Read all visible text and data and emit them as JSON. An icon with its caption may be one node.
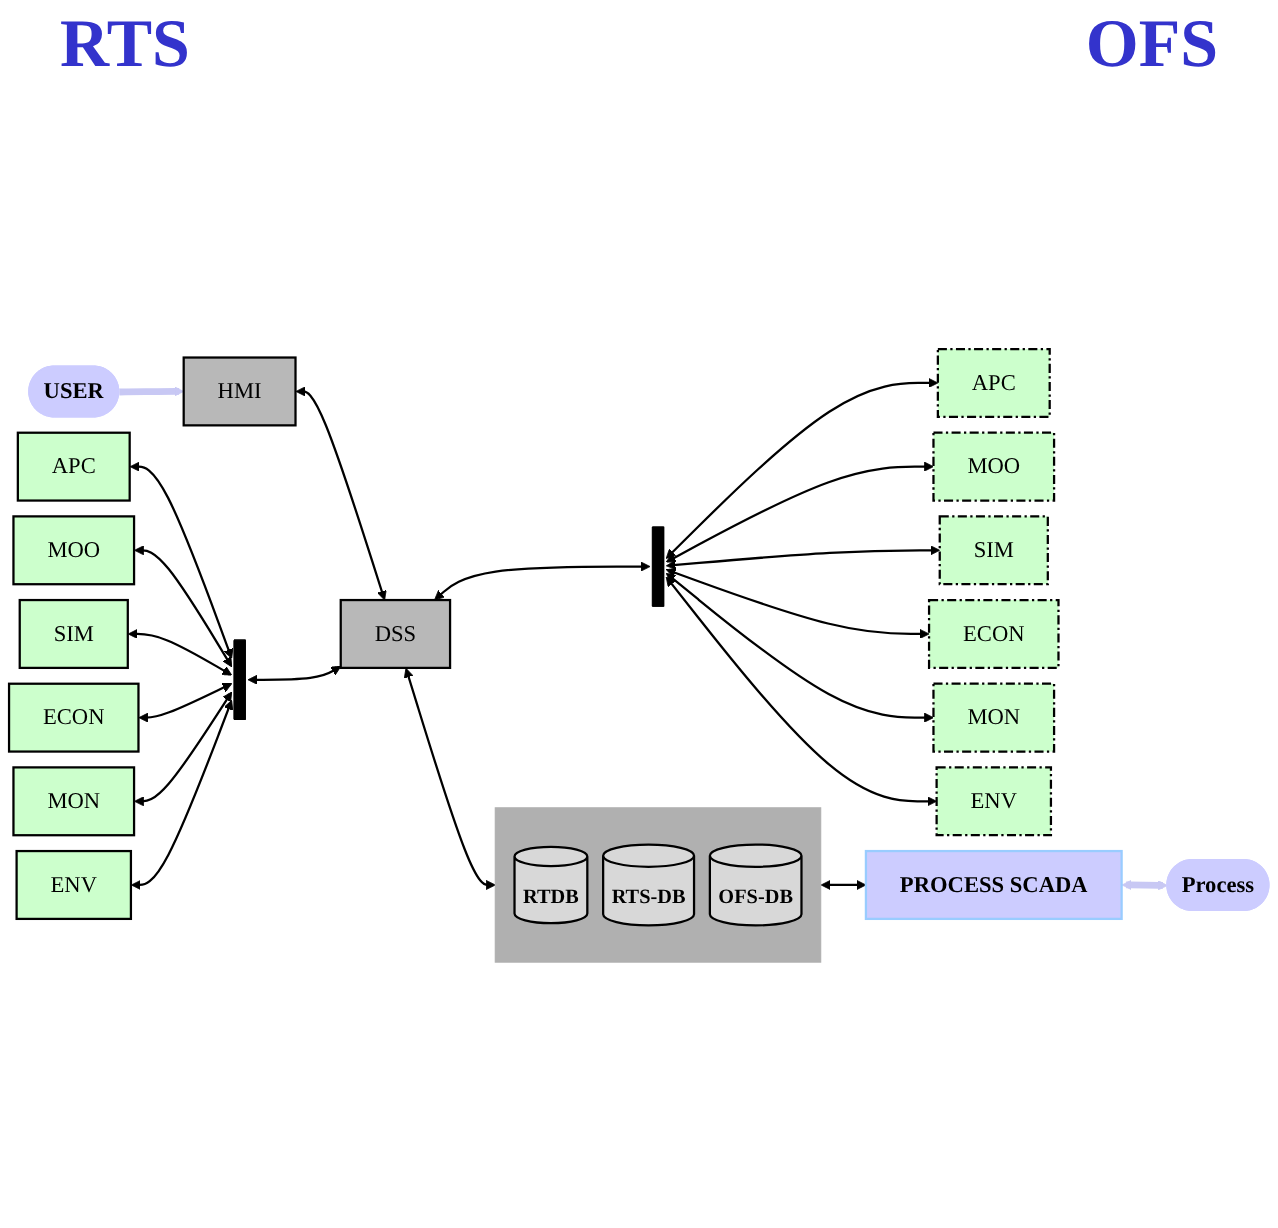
{
  "diagram": {
    "nodes": [
      {
        "text": [
          "USER"
        ]
      },
      {
        "text": [
          "HMI"
        ]
      },
      {
        "text": [],
        "shape": "bar"
      },
      {
        "text": [
          "DSS"
        ]
      },
      {
        "text": [],
        "shape": "bar"
      },
      {
        "text": [
          "APC"
        ]
      },
      {
        "text": [
          "MOO"
        ]
      },
      {
        "text": [
          "SIM"
        ]
      },
      {
        "text": [
          "ECON"
        ]
      },
      {
        "text": [
          "MON"
        ]
      },
      {
        "text": [
          "ENV"
        ]
      },
      {
        "text": [
          "APC"
        ]
      },
      {
        "text": [
          "MOO"
        ]
      },
      {
        "text": [
          "SIM"
        ]
      },
      {
        "text": [
          "ECON"
        ]
      },
      {
        "text": [
          "MON"
        ]
      },
      {
        "text": [
          "ENV"
        ]
      },
      {
        "text": [],
        "shape": "box"
      },
      {
        "text": [
          "RTDB"
        ],
        "in": 17
      },
      {
        "text": [
          "RTS-DB"
        ],
        "in": 17
      },
      {
        "text": [
          "OFS-DB"
        ],
        "in": 17
      },
      {
        "text": [
          "PROCESS SCADA"
        ]
      },
      {
        "text": [
          "Process"
        ]
      }
    ],
    "edges": [
      {
        "from": 0,
        "to": 1,
        "arrow": "to",
        "style": "thick",
        "color": "#c8c8f4"
      },
      {
        "from": 1,
        "to": 3,
        "arrow": "both"
      },
      {
        "from": 2,
        "to": 3,
        "arrow": "both"
      },
      {
        "from": 3,
        "to": 4,
        "arrow": "both"
      },
      {
        "from": 5,
        "to": 2,
        "arrow": "both"
      },
      {
        "from": 6,
        "to": 2,
        "arrow": "both"
      },
      {
        "from": 7,
        "to": 2,
        "arrow": "both"
      },
      {
        "from": 8,
        "to": 2,
        "arrow": "both"
      },
      {
        "from": 9,
        "to": 2,
        "arrow": "both"
      },
      {
        "from": 10,
        "to": 2,
        "arrow": "both"
      },
      {
        "from": 4,
        "to": 11,
        "arrow": "both"
      },
      {
        "from": 4,
        "to": 12,
        "arrow": "both"
      },
      {
        "from": 4,
        "to": 13,
        "arrow": "both"
      },
      {
        "from": 4,
        "to": 14,
        "arrow": "both"
      },
      {
        "from": 4,
        "to": 15,
        "arrow": "both"
      },
      {
        "from": 4,
        "to": 16,
        "arrow": "both"
      },
      {
        "from": 3,
        "to": 17,
        "arrow": "both"
      },
      {
        "from": 17,
        "to": 21,
        "arrow": "both"
      },
      {
        "from": 21,
        "to": 22,
        "arrow": "both",
        "style": "thick",
        "color": "#c8c8f4"
      }
    ],
    "labels": [
      "RTS",
      "OFS"
    ]
  }
}
